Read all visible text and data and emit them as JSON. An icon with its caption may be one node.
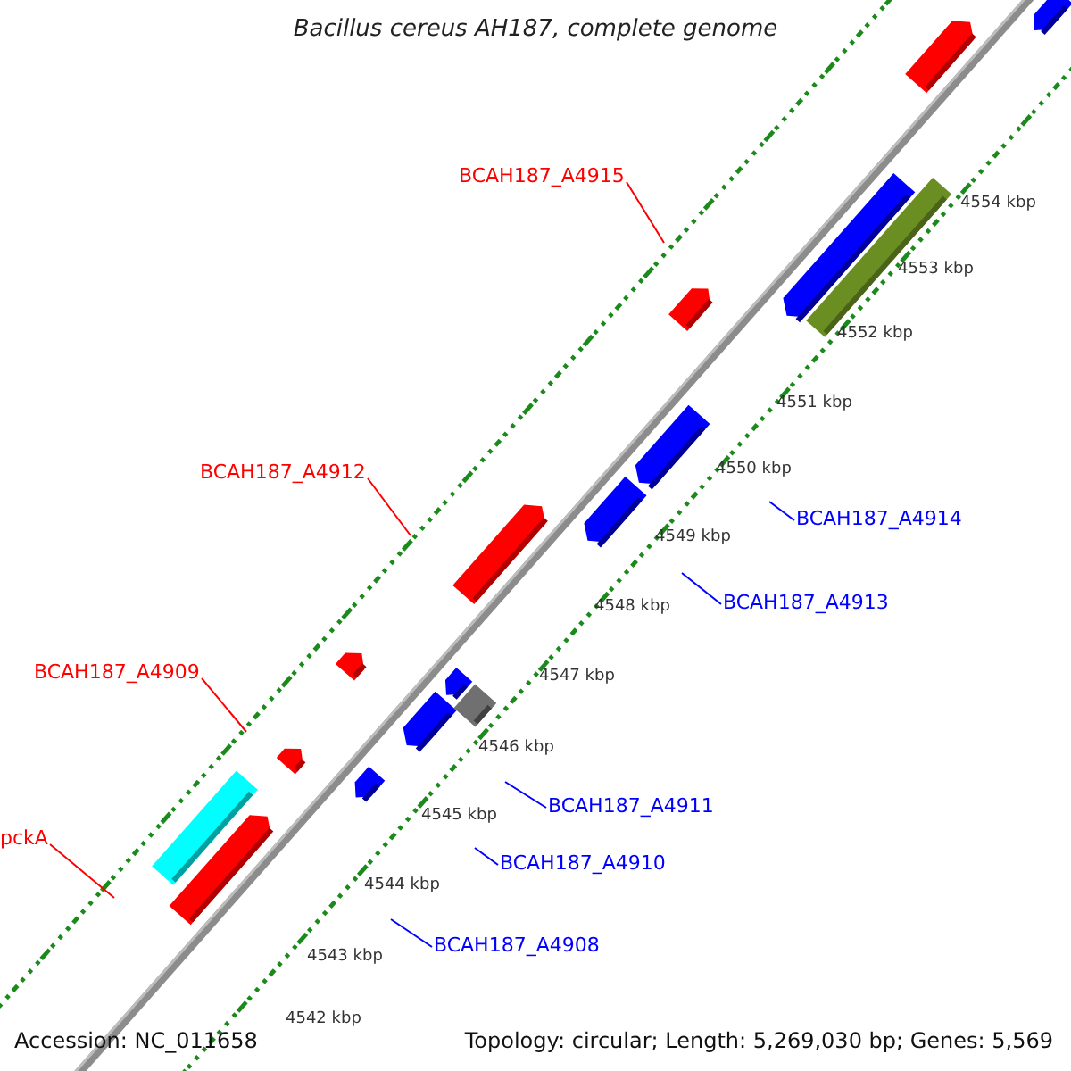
{
  "diagram": {
    "title": "Bacillus cereus AH187, complete genome",
    "nodes": [
      {
        "text": [
          "BCAH187_A4915"
        ]
      },
      {
        "text": [
          "BCAH187_A4912"
        ]
      },
      {
        "text": [
          "BCAH187_A4914"
        ]
      },
      {
        "text": [
          "BCAH187_A4913"
        ]
      },
      {
        "text": [
          "BCAH187_A4909"
        ]
      },
      {
        "text": [
          "BCAH187_A4911"
        ]
      },
      {
        "text": [
          "pckA"
        ]
      },
      {
        "text": [
          "BCAH187_A4910"
        ]
      },
      {
        "text": [
          "BCAH187_A4908"
        ]
      }
    ],
    "edges": [
      {
        "from": 0,
        "to": null,
        "arrow": "none",
        "color": "#ff0000"
      },
      {
        "from": 1,
        "to": null,
        "arrow": "none",
        "color": "#ff0000"
      },
      {
        "from": 2,
        "to": null,
        "arrow": "none"
      },
      {
        "from": 3,
        "to": null,
        "arrow": "none"
      },
      {
        "from": 4,
        "to": null,
        "arrow": "none",
        "color": "#ff0000"
      },
      {
        "from": 5,
        "to": null,
        "arrow": "none"
      },
      {
        "from": 6,
        "to": null,
        "arrow": "none",
        "color": "#ff0000"
      },
      {
        "from": 7,
        "to": null,
        "arrow": "none"
      },
      {
        "from": 8,
        "to": null,
        "arrow": "none"
      }
    ],
    "labels": [
      "4554 kbp",
      "4553 kbp",
      "4552 kbp",
      "4551 kbp",
      "4550 kbp",
      "4549 kbp",
      "4548 kbp",
      "4547 kbp",
      "4546 kbp",
      "4545 kbp",
      "4544 kbp",
      "4543 kbp",
      "4542 kbp",
      "Accession: NC_011658",
      "Topology: circular; Length: 5,269,030 bp; Genes: 5,569"
    ]
  }
}
